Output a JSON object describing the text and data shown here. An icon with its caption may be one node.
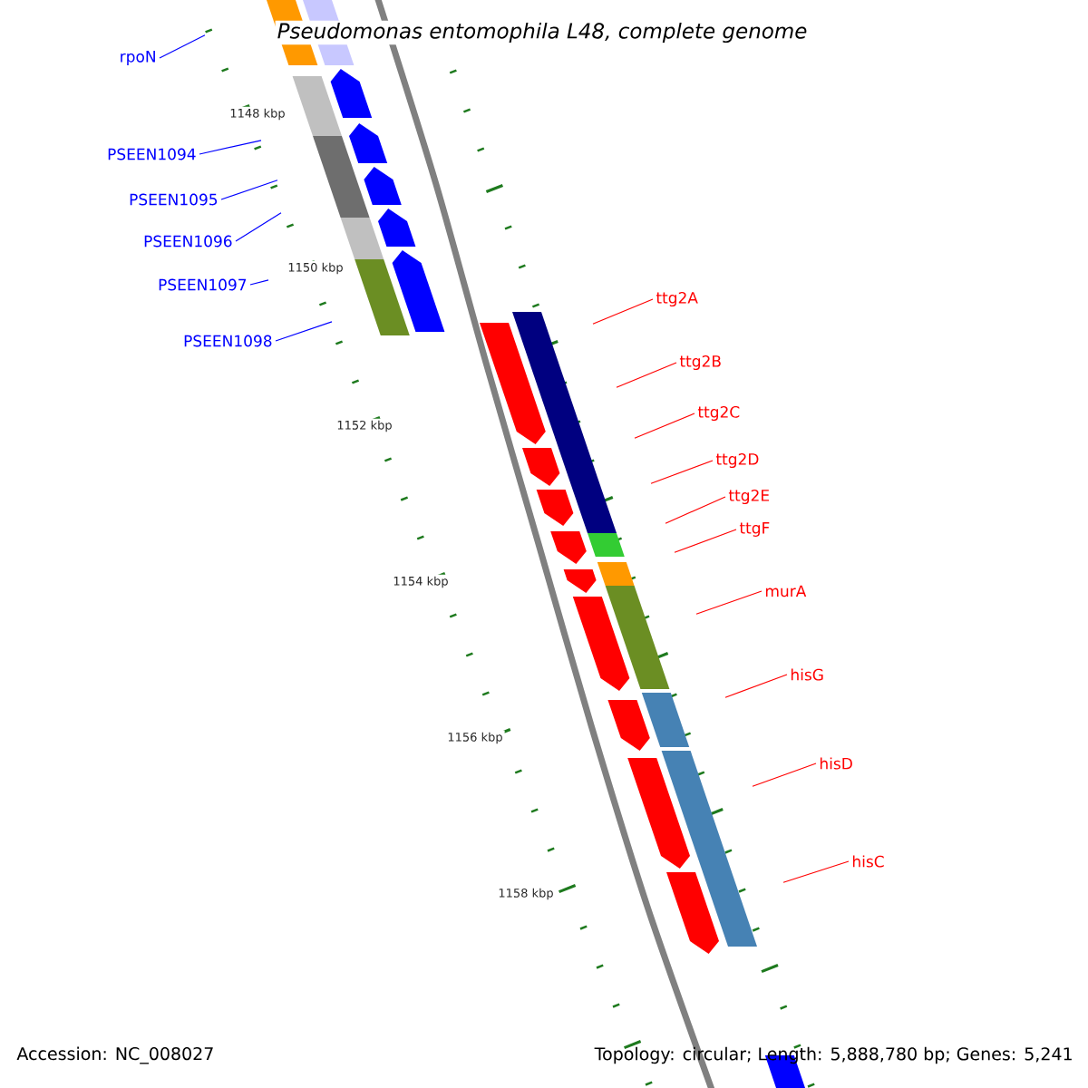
{
  "diagram": {
    "title": "Pseudomonas entomophila L48, complete genome",
    "nodes": [
      {
        "text": [
          "rpoN"
        ]
      },
      {
        "text": [
          "PSEEN1094"
        ]
      },
      {
        "text": [
          "PSEEN1095"
        ]
      },
      {
        "text": [
          "PSEEN1096"
        ]
      },
      {
        "text": [
          "PSEEN1097"
        ]
      },
      {
        "text": [
          "PSEEN1098"
        ]
      },
      {
        "text": [
          "ttg2A"
        ]
      },
      {
        "text": [
          "ttg2B"
        ]
      },
      {
        "text": [
          "ttg2C"
        ]
      },
      {
        "text": [
          "ttg2D"
        ]
      },
      {
        "text": [
          "ttg2E"
        ]
      },
      {
        "text": [
          "ttgF"
        ]
      },
      {
        "text": [
          "murA"
        ]
      },
      {
        "text": [
          "hisG"
        ]
      },
      {
        "text": [
          "hisD"
        ]
      },
      {
        "text": [
          "hisC"
        ]
      }
    ],
    "edges": [
      {
        "from": 0,
        "to": null,
        "arrow": "none",
        "color": "#0000ff"
      },
      {
        "from": 1,
        "to": null,
        "arrow": "none",
        "color": "#0000ff"
      },
      {
        "from": 2,
        "to": null,
        "arrow": "none",
        "color": "#0000ff"
      },
      {
        "from": 3,
        "to": null,
        "arrow": "none",
        "color": "#0000ff"
      },
      {
        "from": 4,
        "to": null,
        "arrow": "none",
        "color": "#0000ff"
      },
      {
        "from": 5,
        "to": null,
        "arrow": "none",
        "color": "#0000ff"
      },
      {
        "from": 6,
        "to": null,
        "arrow": "none"
      },
      {
        "from": 7,
        "to": null,
        "arrow": "none"
      },
      {
        "from": 8,
        "to": null,
        "arrow": "none"
      },
      {
        "from": 9,
        "to": null,
        "arrow": "none"
      },
      {
        "from": 10,
        "to": null,
        "arrow": "none"
      },
      {
        "from": 11,
        "to": null,
        "arrow": "none"
      },
      {
        "from": 12,
        "to": null,
        "arrow": "none"
      },
      {
        "from": 13,
        "to": null,
        "arrow": "none"
      },
      {
        "from": 14,
        "to": null,
        "arrow": "none"
      },
      {
        "from": 15,
        "to": null,
        "arrow": "none"
      }
    ],
    "labels": [
      "1148 kbp",
      "1150 kbp",
      "1152 kbp",
      "1154 kbp",
      "1156 kbp",
      "1158 kbp",
      "Accession: NC_008027",
      "Topology: circular; Length: 5,888,780 bp; Genes: 5,241"
    ]
  }
}
